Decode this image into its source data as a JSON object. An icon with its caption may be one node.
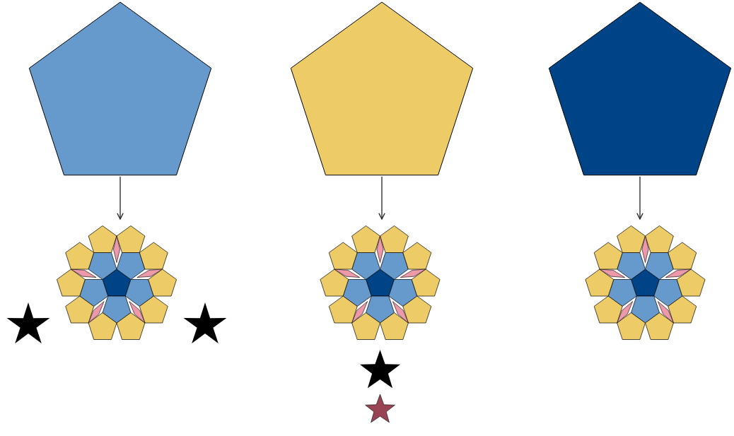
{
  "diagram": {
    "nodes": [
      {
        "text": [],
        "shape": "pentagon"
      },
      {
        "text": [],
        "shape": "pentagon"
      },
      {
        "text": [],
        "shape": "pentagon"
      },
      {
        "text": [],
        "shape": "picture"
      },
      {
        "text": [],
        "shape": "picture"
      },
      {
        "text": [],
        "shape": "picture"
      }
    ],
    "edges": [
      {
        "from": 0,
        "to": 3,
        "arrow": "to"
      },
      {
        "from": 1,
        "to": 4,
        "arrow": "to"
      },
      {
        "from": 2,
        "to": 5,
        "arrow": "to"
      }
    ]
  }
}
